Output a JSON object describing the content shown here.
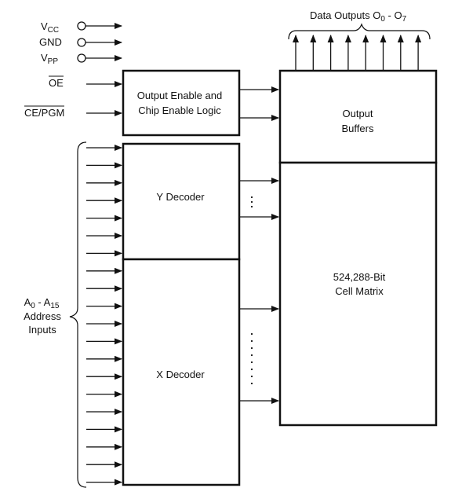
{
  "pins": {
    "vcc": {
      "main": "V",
      "sub": "CC"
    },
    "gnd": {
      "main": "GND"
    },
    "vpp": {
      "main": "V",
      "sub": "PP"
    }
  },
  "control": {
    "oe": "OE",
    "ce_pgm": "CE/PGM"
  },
  "blocks": {
    "oe_logic": [
      "Output Enable and",
      "Chip Enable Logic"
    ],
    "output_buffers": [
      "Output",
      "Buffers"
    ],
    "y_decoder": [
      "Y Decoder"
    ],
    "x_decoder": [
      "X Decoder"
    ],
    "cell_matrix": [
      "524,288-Bit",
      "Cell Matrix"
    ]
  },
  "data_outputs": {
    "label": "Data Outputs O",
    "sub_start": "0",
    "dash": " - O",
    "sub_end": "7",
    "count": 8
  },
  "address": {
    "line1_main": "A",
    "line1_sub0": "0",
    "line1_mid": " - A",
    "line1_sub15": "15",
    "line2": "Address",
    "line3": "Inputs",
    "count": 20
  },
  "colors": {
    "line": "#111111",
    "background": "#ffffff"
  }
}
